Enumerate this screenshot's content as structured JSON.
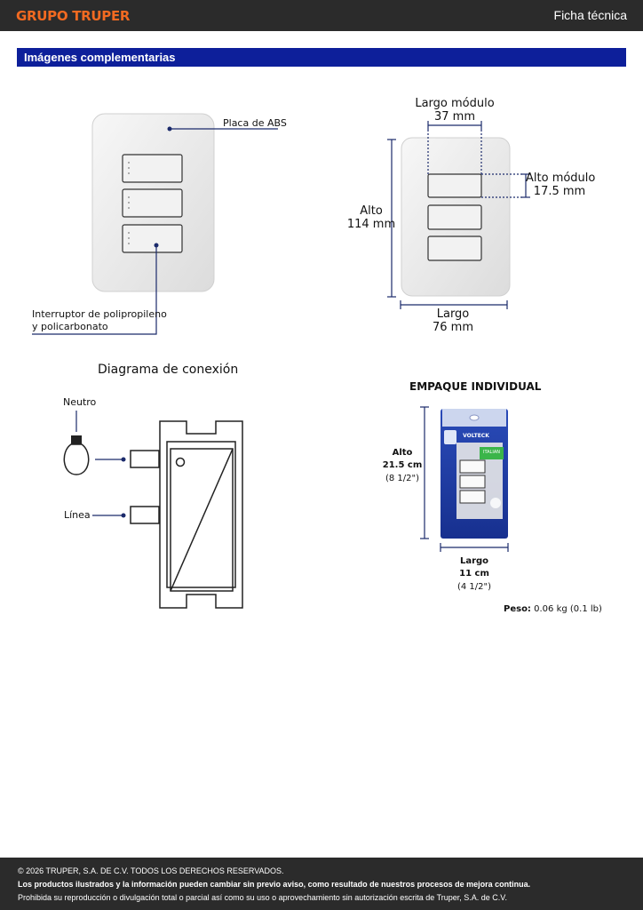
{
  "header": {
    "brand": "GRUPO TRUPER",
    "doc_type": "Ficha técnica"
  },
  "section": {
    "title": "Imágenes complementarias"
  },
  "product_view": {
    "label_plate": "Placa de ABS",
    "label_switch_line1": "Interruptor de polipropileno",
    "label_switch_line2": "y policarbonato"
  },
  "dimensions": {
    "module_width_label": "Largo módulo",
    "module_width_value": "37 mm",
    "module_height_label": "Alto módulo",
    "module_height_value": "17.5 mm",
    "height_label": "Alto",
    "height_value": "114 mm",
    "width_label": "Largo",
    "width_value": "76 mm"
  },
  "diagram": {
    "title": "Diagrama de conexión",
    "neutral_label": "Neutro",
    "line_label": "Línea"
  },
  "package": {
    "title": "EMPAQUE INDIVIDUAL",
    "brand_on_pack": "VOLTECK",
    "tag_on_pack": "ITALIAN",
    "height_label": "Alto",
    "height_value": "21.5 cm",
    "height_imperial": "(8 1/2\")",
    "width_label": "Largo",
    "width_value": "11 cm",
    "width_imperial": "(4 1/2\")",
    "weight_label": "Peso:",
    "weight_value": "0.06 kg (0.1 lb)"
  },
  "footer": {
    "copyright": "© 2026 TRUPER, S.A. DE C.V. TODOS LOS DERECHOS RESERVADOS.",
    "notice": "Los productos ilustrados y la información pueden cambiar sin previo aviso, como resultado de nuestros procesos de mejora continua.",
    "legal": "Prohibida su reproducción o divulgación total o parcial así como su uso o aprovechamiento sin autorización escrita de Truper, S.A. de C.V."
  },
  "colors": {
    "brand_orange": "#f26a21",
    "section_blue": "#0d1f9a",
    "pointer_navy": "#1b2a6b",
    "package_blue": "#1f3fa8"
  }
}
